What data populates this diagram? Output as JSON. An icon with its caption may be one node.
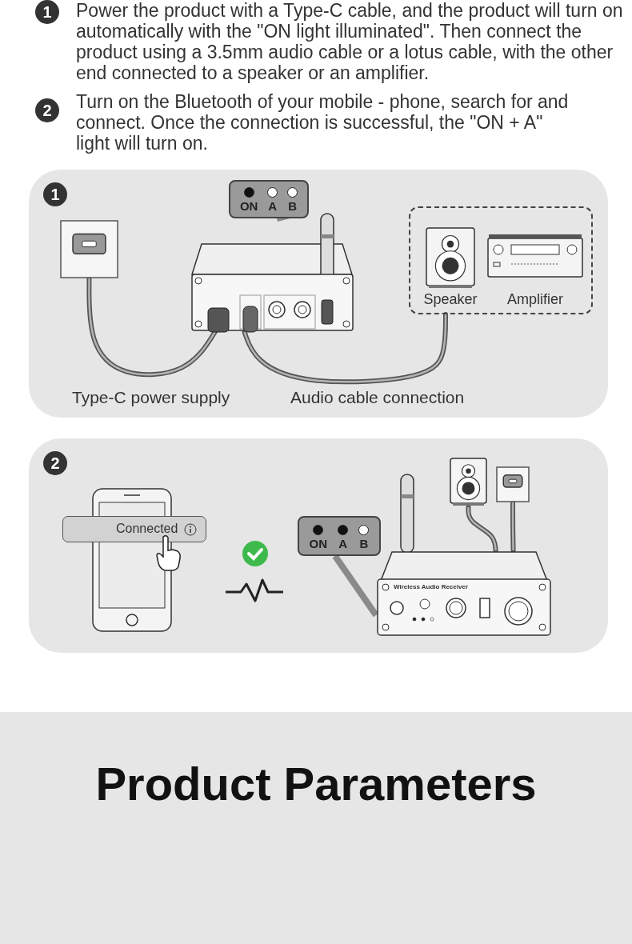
{
  "diagram": {
    "nodes": [
      {
        "text": [
          "1"
        ]
      },
      {
        "text": [],
        "shape": "picture",
        "in": 0
      },
      {
        "text": [
          "ON",
          "A",
          "B"
        ],
        "in": 0
      },
      {
        "text": [],
        "shape": "picture",
        "in": 0
      },
      {
        "text": [],
        "shape": "box",
        "in": 0
      },
      {
        "text": [
          "Speaker"
        ],
        "in": 4
      },
      {
        "text": [
          "Amplifier"
        ],
        "in": 4
      },
      {
        "text": [
          "2"
        ]
      },
      {
        "text": [],
        "shape": "picture",
        "in": 7
      },
      {
        "text": [
          "Connected"
        ],
        "in": 7
      },
      {
        "text": [
          "ON",
          "A",
          "B"
        ],
        "in": 7
      },
      {
        "text": [
          "Wireless Audio Receiver"
        ],
        "in": 7
      },
      {
        "text": [],
        "shape": "picture",
        "in": 7
      },
      {
        "text": [],
        "shape": "picture",
        "in": 7
      }
    ],
    "edges": [
      {
        "from": 1,
        "to": 3,
        "arrow": "none"
      },
      {
        "from": 3,
        "to": 4,
        "arrow": "none"
      },
      {
        "from": 2,
        "to": 3,
        "arrow": "none"
      },
      {
        "from": 10,
        "to": 11,
        "arrow": "none"
      },
      {
        "from": 12,
        "to": 11,
        "arrow": "none"
      },
      {
        "from": 13,
        "to": 11,
        "arrow": "none"
      }
    ],
    "labels": [
      "1",
      "Power the product with a Type-C cable, and the product will turn on automatically with the \"ON light illuminated\". Then connect the product using a 3.5mm audio cable or a lotus cable, with the other end connected to a speaker or an amplifier.",
      "2",
      "Turn on the Bluetooth of your mobile - phone, search for and connect. Once the connection is successful, the \"ON + A\" light will turn on.",
      "Type-C power supply",
      "Audio cable connection",
      "Product Parameters"
    ]
  }
}
